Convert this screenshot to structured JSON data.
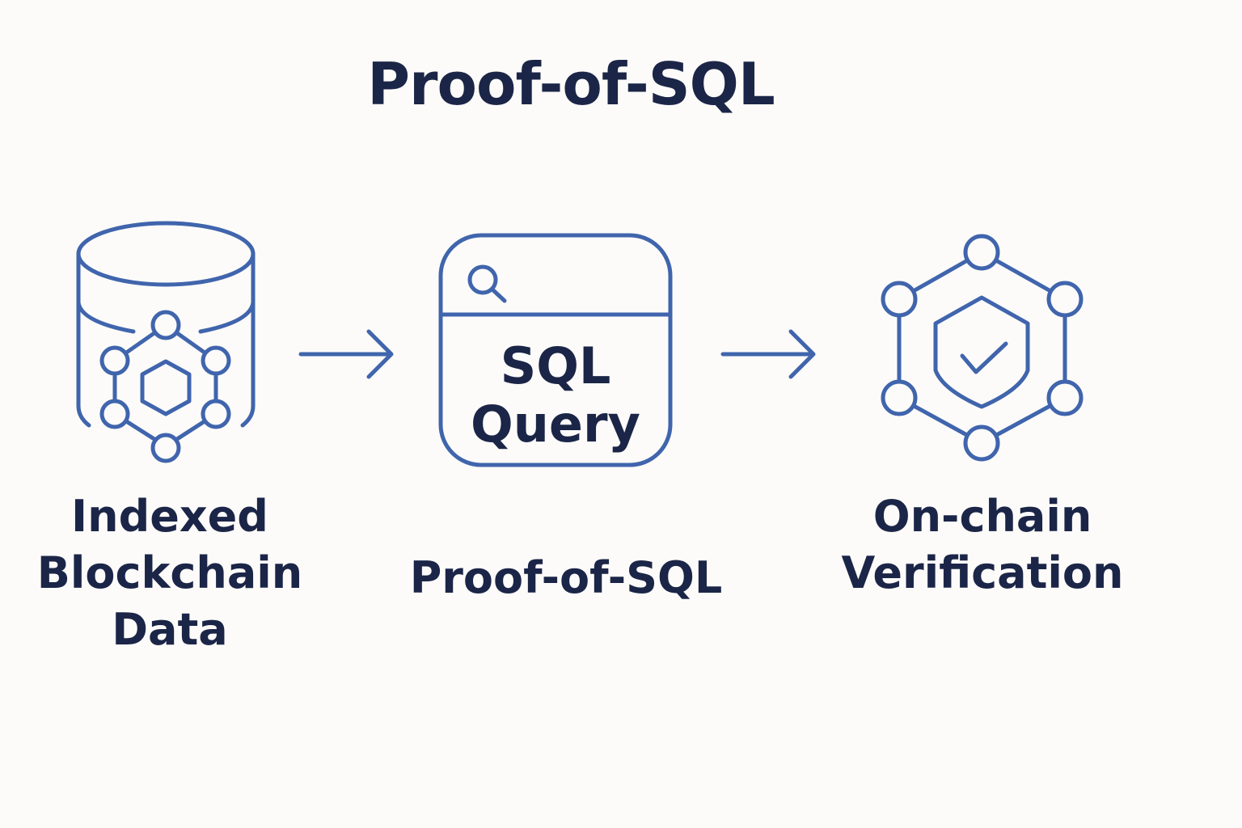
{
  "title": "Proof-of-SQL",
  "steps": [
    {
      "icon": "database-network-icon",
      "label_lines": [
        "Indexed",
        "Blockchain",
        "Data"
      ]
    },
    {
      "icon": "search-window-icon",
      "box_lines": [
        "SQL",
        "Query"
      ],
      "label": "Proof-of-SQL"
    },
    {
      "icon": "shield-check-network-icon",
      "label_lines": [
        "On-chain",
        "Verification"
      ]
    }
  ],
  "colors": {
    "accent": "#4065ad",
    "text": "#1b2547",
    "background": "#fcfbf9"
  }
}
